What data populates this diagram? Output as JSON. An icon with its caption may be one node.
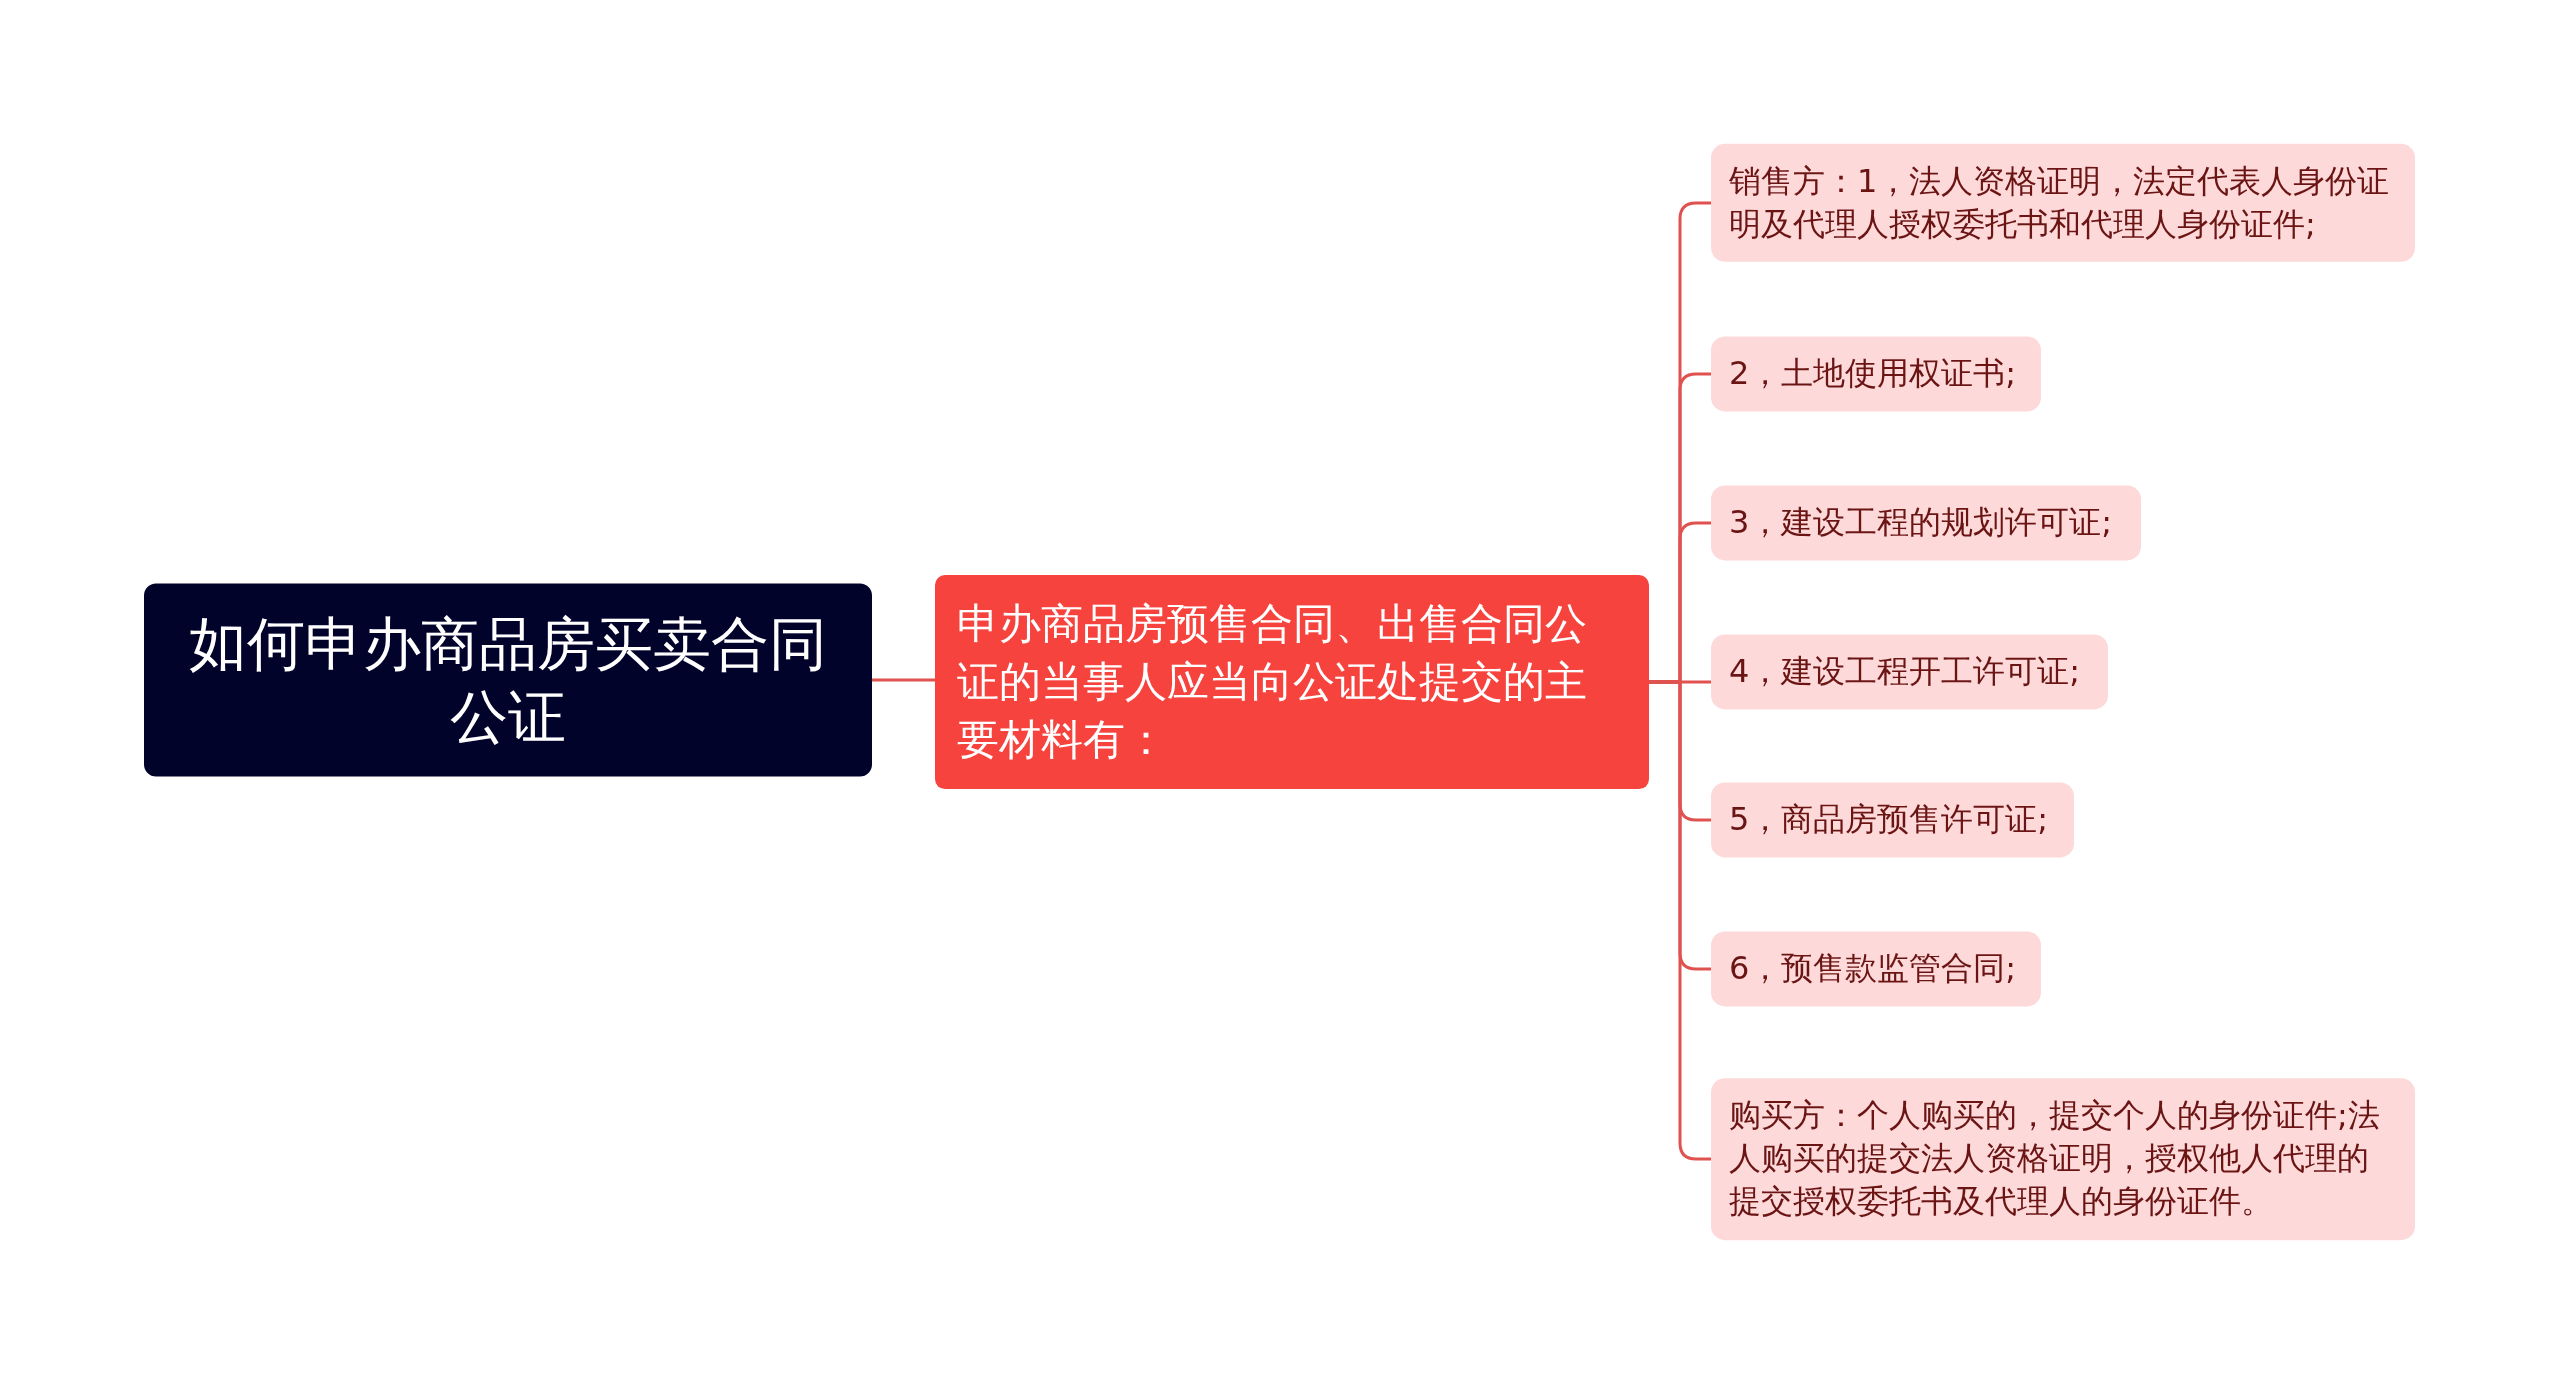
{
  "diagram": {
    "nodes": [
      {
        "text": [
          "如何申办商品房买卖合同公证"
        ]
      },
      {
        "text": [
          "申办商品房预售合同、出售合同公证的当事人应当向公证处提交的主要材料有："
        ]
      },
      {
        "text": [
          "销售方：1，法人资格证明，法定代表人身份证明及代理人授权委托书和代理人身份证件;"
        ]
      },
      {
        "text": [
          "2，土地使用权证书;"
        ]
      },
      {
        "text": [
          "3，建设工程的规划许可证;"
        ]
      },
      {
        "text": [
          "4，建设工程开工许可证;"
        ]
      },
      {
        "text": [
          "5，商品房预售许可证;"
        ]
      },
      {
        "text": [
          "6，预售款监管合同;"
        ]
      },
      {
        "text": [
          "购买方：个人购买的，提交个人的身份证件;法人购买的提交法人资格证明，授权他人代理的提交授权委托书及代理人的身份证件。"
        ]
      }
    ],
    "edges": [
      {
        "from": 0,
        "to": 1,
        "arrow": "none"
      },
      {
        "from": 1,
        "to": 2,
        "arrow": "none"
      },
      {
        "from": 1,
        "to": 3,
        "arrow": "none"
      },
      {
        "from": 1,
        "to": 4,
        "arrow": "none"
      },
      {
        "from": 1,
        "to": 5,
        "arrow": "none"
      },
      {
        "from": 1,
        "to": 6,
        "arrow": "none"
      },
      {
        "from": 1,
        "to": 7,
        "arrow": "none"
      },
      {
        "from": 1,
        "to": 8,
        "arrow": "none"
      }
    ]
  }
}
